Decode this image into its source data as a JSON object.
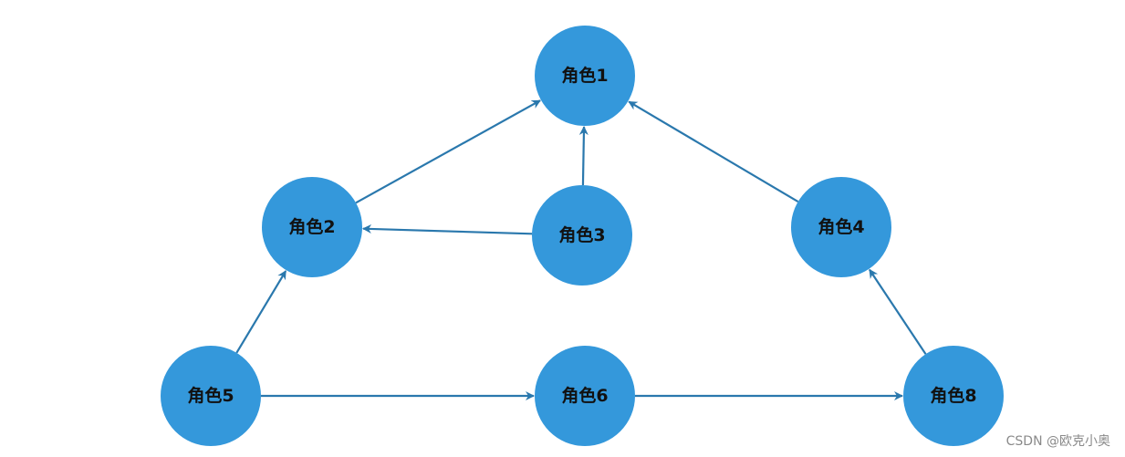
{
  "diagram": {
    "nodes": [
      {
        "id": "n1",
        "label": "角色1"
      },
      {
        "id": "n2",
        "label": "角色2"
      },
      {
        "id": "n3",
        "label": "角色3"
      },
      {
        "id": "n4",
        "label": "角色4"
      },
      {
        "id": "n5",
        "label": "角色5"
      },
      {
        "id": "n6",
        "label": "角色6"
      },
      {
        "id": "n8",
        "label": "角色8"
      }
    ],
    "edges": [
      {
        "from": "n2",
        "to": "n1"
      },
      {
        "from": "n3",
        "to": "n1"
      },
      {
        "from": "n4",
        "to": "n1"
      },
      {
        "from": "n3",
        "to": "n2"
      },
      {
        "from": "n5",
        "to": "n2"
      },
      {
        "from": "n8",
        "to": "n4"
      },
      {
        "from": "n5",
        "to": "n6"
      },
      {
        "from": "n6",
        "to": "n8"
      }
    ],
    "node_color": "#3498db",
    "edge_color": "#2a78ad"
  },
  "watermark": "CSDN @欧克小奥"
}
